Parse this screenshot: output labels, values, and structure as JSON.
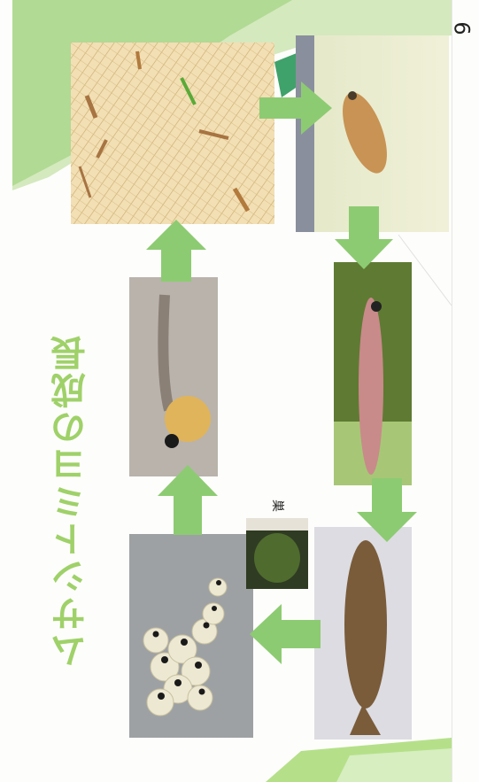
{
  "page_number": "6",
  "title": "ムサシトミヨの成長",
  "side_label": "巣",
  "colors": {
    "accent_green": "#8dcb72",
    "title_green": "#9fd169",
    "band_green": "#c7e3ad"
  },
  "stages": [
    {
      "name": "egg-photo"
    },
    {
      "name": "hatchling-photo"
    },
    {
      "name": "fry-photo"
    },
    {
      "name": "juvenile-photo"
    },
    {
      "name": "young-fish-photo"
    },
    {
      "name": "adult-fish-photo"
    },
    {
      "name": "nest-photo"
    }
  ]
}
